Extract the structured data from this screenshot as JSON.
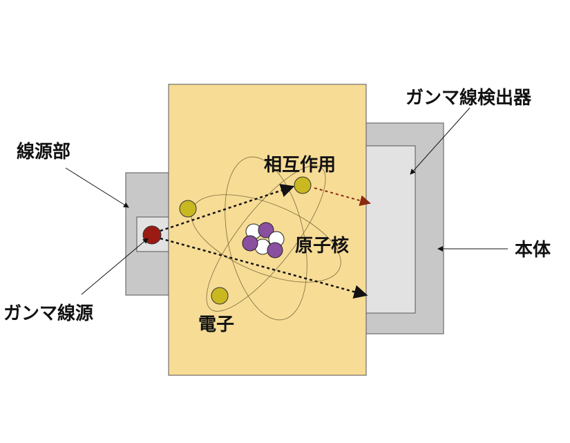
{
  "labels": {
    "source_housing": "線源部",
    "gamma_source": "ガンマ線源",
    "detector": "ガンマ線検出器",
    "body": "本体",
    "interaction": "相互作用",
    "nucleus": "原子核",
    "electron": "電子"
  },
  "colors": {
    "sample": "#f7dc96",
    "housing": "#c8c8c8",
    "inner": "#e2e2e2",
    "source": "#9a1a14",
    "electron": "#c9b820",
    "proton": "#8a4f9e",
    "neutron": "#ffffff",
    "scatter_arrow": "#8a2a10"
  }
}
